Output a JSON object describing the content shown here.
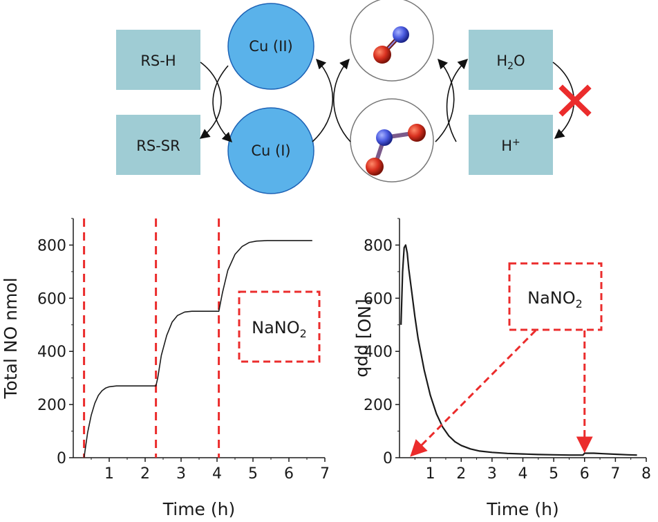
{
  "scheme": {
    "boxes": [
      {
        "id": "rsh",
        "label": "RS-H"
      },
      {
        "id": "rssr",
        "label": "RS-SR"
      },
      {
        "id": "h2o",
        "label_main": "H",
        "label_sub": "2",
        "label_tail": "O"
      },
      {
        "id": "hplus",
        "label_main": "H",
        "label_sup": "+"
      }
    ],
    "circles": [
      {
        "id": "cu2",
        "label": "Cu (II)"
      },
      {
        "id": "cu1",
        "label": "Cu (I)"
      }
    ],
    "molecules": [
      {
        "id": "no",
        "icon": "nitric-oxide-molecule-icon"
      },
      {
        "id": "no2",
        "icon": "nitrite-molecule-icon"
      }
    ],
    "blocked_icon": "red-x-icon"
  },
  "colors": {
    "box_fill": "#9FCCD4",
    "circle_fill": "#5AB2EA",
    "circle_stroke": "#1D62B5",
    "red": "#EB2C2C",
    "oxygen": "#D8301F",
    "nitrogen": "#4B5BE0",
    "axis": "#1a1a1a"
  },
  "chart_data": [
    {
      "type": "line",
      "ylabel": "Total NO nmol",
      "xlabel": "Time (h)",
      "xlim": [
        0,
        7
      ],
      "ylim": [
        0,
        900
      ],
      "xticks": [
        1,
        2,
        3,
        4,
        5,
        6,
        7
      ],
      "yticks": [
        0,
        200,
        400,
        600,
        800
      ],
      "injections": [
        0.3,
        2.3,
        4.05
      ],
      "annotation": {
        "main": "NaNO",
        "sub": "2"
      },
      "series": [
        {
          "x": [
            0.3,
            0.4,
            0.5,
            0.6,
            0.7,
            0.8,
            0.9,
            1.0,
            1.2,
            1.4,
            1.6,
            2.0,
            2.3,
            2.35,
            2.45,
            2.6,
            2.75,
            2.9,
            3.1,
            3.3,
            3.5,
            3.8,
            4.05,
            4.15,
            4.3,
            4.5,
            4.7,
            4.9,
            5.1,
            5.4,
            5.8,
            6.2,
            6.65
          ],
          "y": [
            0,
            95,
            160,
            205,
            235,
            252,
            262,
            267,
            270,
            270,
            270,
            270,
            270,
            300,
            385,
            460,
            510,
            535,
            548,
            551,
            551,
            551,
            551,
            620,
            705,
            765,
            795,
            810,
            815,
            817,
            817,
            817,
            817
          ]
        }
      ]
    },
    {
      "type": "line",
      "ylabel": "[NO] ppb",
      "xlabel": "Time (h)",
      "xlim": [
        0,
        8
      ],
      "ylim": [
        0,
        900
      ],
      "xticks": [
        1,
        2,
        3,
        4,
        5,
        6,
        7,
        8
      ],
      "yticks": [
        0,
        200,
        400,
        600,
        800
      ],
      "annotation": {
        "main": "NaNO",
        "sub": "2"
      },
      "injections": [
        0.2,
        6.0
      ],
      "series": [
        {
          "x": [
            0.05,
            0.1,
            0.15,
            0.2,
            0.25,
            0.3,
            0.4,
            0.5,
            0.6,
            0.8,
            1.0,
            1.2,
            1.4,
            1.6,
            1.8,
            2.0,
            2.3,
            2.6,
            3.0,
            3.5,
            4.0,
            4.5,
            5.0,
            5.5,
            5.95,
            6.0,
            6.05,
            6.3,
            6.6,
            7.0,
            7.4,
            7.7
          ],
          "y": [
            500,
            700,
            790,
            800,
            770,
            710,
            620,
            530,
            450,
            330,
            235,
            165,
            115,
            82,
            60,
            46,
            33,
            25,
            20,
            16,
            14,
            12,
            11,
            10,
            10,
            17,
            17,
            17,
            15,
            13,
            11,
            10
          ]
        }
      ]
    }
  ]
}
